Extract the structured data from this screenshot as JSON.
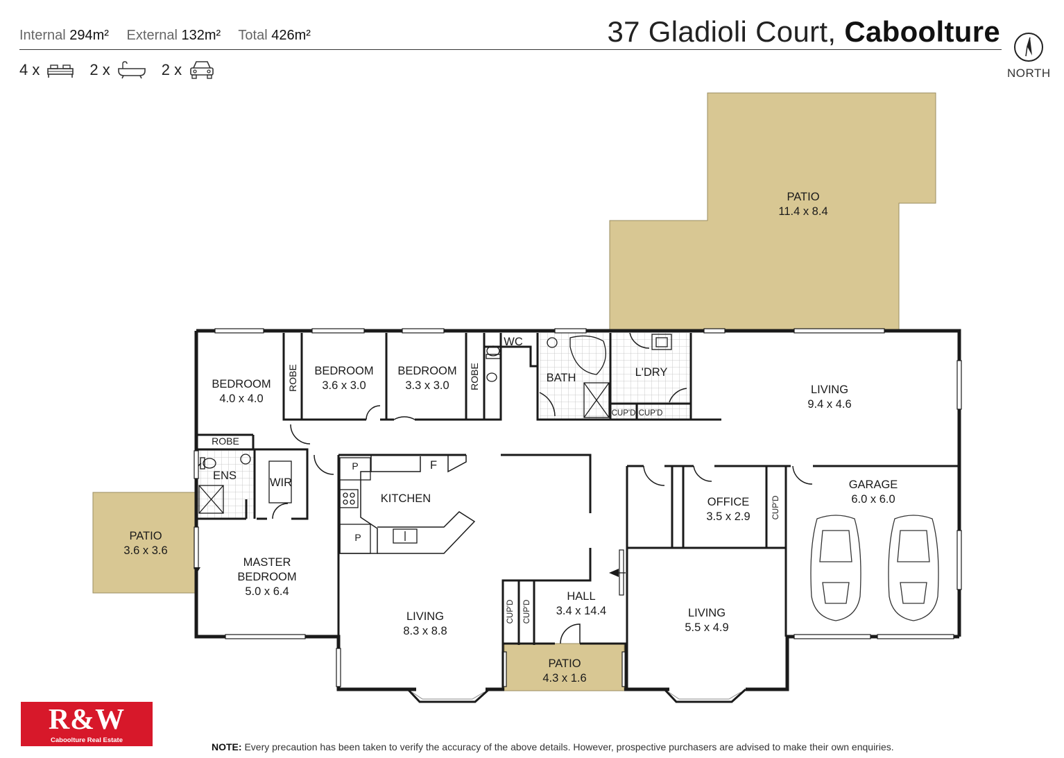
{
  "header": {
    "internal_label": "Internal",
    "internal_value": "294m²",
    "external_label": "External",
    "external_value": "132m²",
    "total_label": "Total",
    "total_value": "426m²",
    "address_street": "37 Gladioli Court,",
    "address_suburb": "Caboolture",
    "north_label": "NORTH"
  },
  "features": [
    {
      "count": "4 x",
      "icon": "bed-icon"
    },
    {
      "count": "2 x",
      "icon": "bath-icon"
    },
    {
      "count": "2 x",
      "icon": "car-icon"
    }
  ],
  "colors": {
    "patio": "#d8c793",
    "wall": "#1a1a1a",
    "brand_red": "#d7182a"
  },
  "rooms": {
    "patio_main": {
      "name": "PATIO",
      "size": "11.4 x 8.4"
    },
    "bedroom_1": {
      "name": "BEDROOM",
      "size": "4.0 x 4.0"
    },
    "bedroom_2": {
      "name": "BEDROOM",
      "size": "3.6 x 3.0"
    },
    "bedroom_3": {
      "name": "BEDROOM",
      "size": "3.3 x 3.0"
    },
    "robe_1": {
      "name": "ROBE"
    },
    "robe_2": {
      "name": "ROBE"
    },
    "robe_3": {
      "name": "ROBE"
    },
    "wc": {
      "name": "WC"
    },
    "bath": {
      "name": "BATH"
    },
    "laundry": {
      "name": "L'DRY"
    },
    "cupd_1": {
      "name": "CUP'D"
    },
    "cupd_2": {
      "name": "CUP'D"
    },
    "cupd_3": {
      "name": "CUP'D"
    },
    "cupd_4": {
      "name": "CUP'D"
    },
    "cupd_5": {
      "name": "CUP'D"
    },
    "living_top": {
      "name": "LIVING",
      "size": "9.4 x 4.6"
    },
    "ensuite": {
      "name": "ENS"
    },
    "wir": {
      "name": "WIR"
    },
    "kitchen": {
      "name": "KITCHEN"
    },
    "pantry_1": {
      "name": "P"
    },
    "pantry_2": {
      "name": "P"
    },
    "fridge": {
      "name": "F"
    },
    "office": {
      "name": "OFFICE",
      "size": "3.5 x 2.9"
    },
    "garage": {
      "name": "GARAGE",
      "size": "6.0 x 6.0"
    },
    "patio_left": {
      "name": "PATIO",
      "size": "3.6 x 3.6"
    },
    "master": {
      "name_1": "MASTER",
      "name_2": "BEDROOM",
      "size": "5.0 x 6.4"
    },
    "living_mid": {
      "name": "LIVING",
      "size": "8.3 x 8.8"
    },
    "hall": {
      "name": "HALL",
      "size": "3.4 x 14.4"
    },
    "living_right": {
      "name": "LIVING",
      "size": "5.5 x 4.9"
    },
    "patio_front": {
      "name": "PATIO",
      "size": "4.3 x 1.6"
    }
  },
  "logo": {
    "main": "R&W",
    "sub": "Caboolture Real Estate"
  },
  "note": {
    "label": "NOTE:",
    "text": " Every precaution has been taken to verify the accuracy of the above details. However, prospective purchasers are advised to make their own enquiries."
  }
}
